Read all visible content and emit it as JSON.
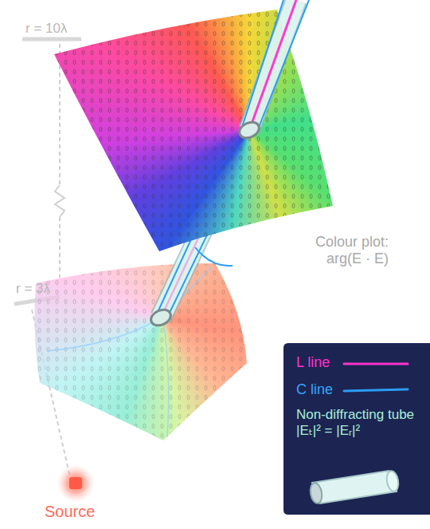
{
  "diagram": {
    "labels": [
      "r = 10λ",
      "r = 3λ",
      "Colour plot: arg(E · E)",
      "Source"
    ],
    "legend": [
      {
        "text": "L line"
      },
      {
        "text": "C line"
      },
      {
        "text": "Non-diffracting tube |Eₜ|² = |Eᵣ|²"
      }
    ]
  }
}
